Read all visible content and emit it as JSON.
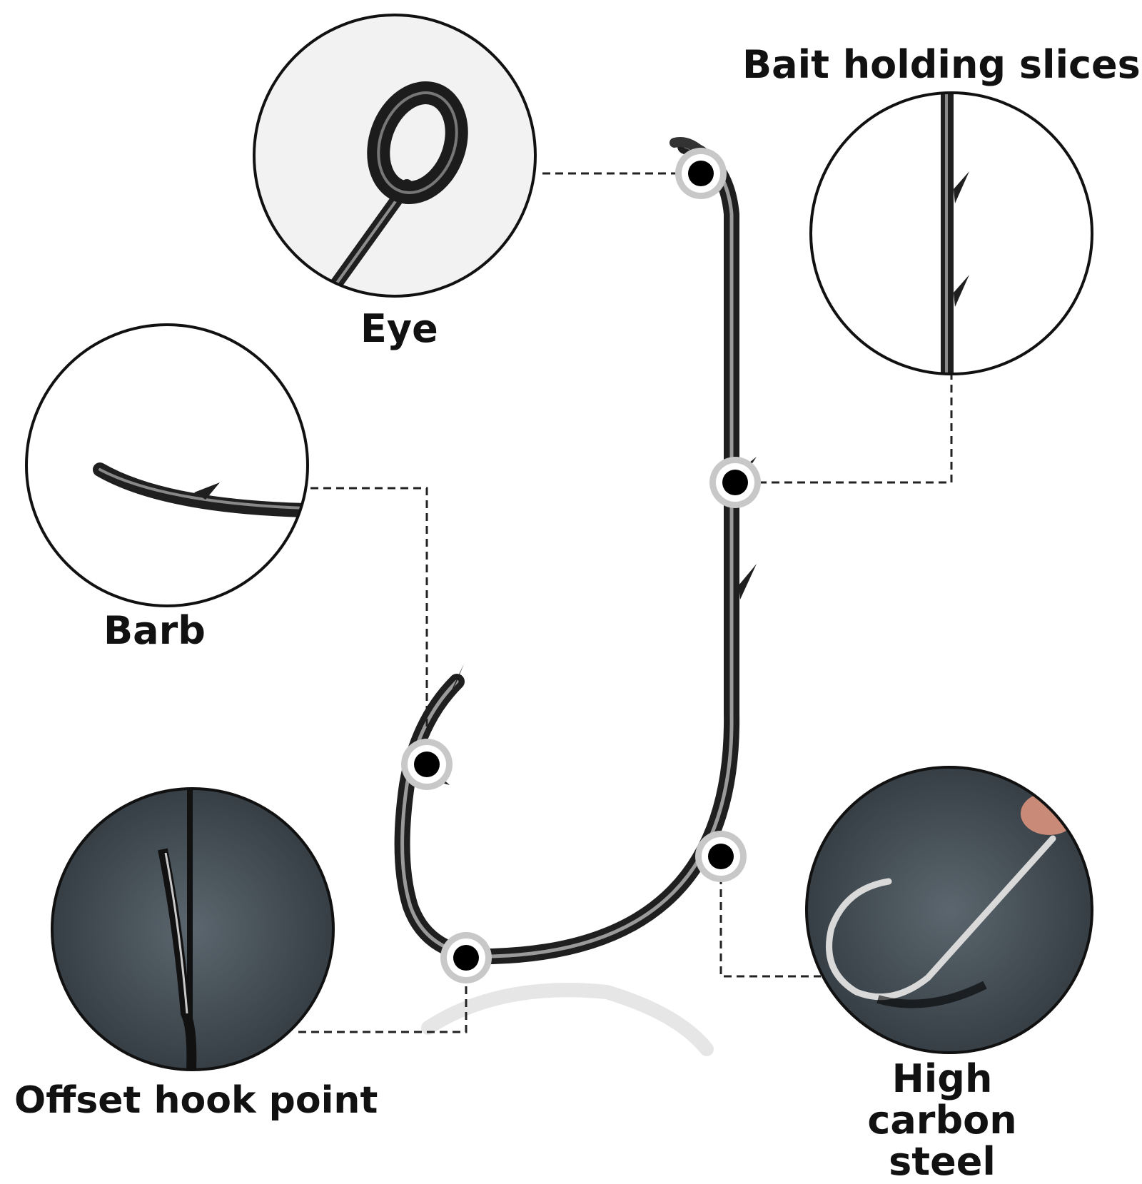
{
  "labels": {
    "eye": "Eye",
    "bait_holding_slices": "Bait holding slices",
    "barb": "Barb",
    "offset_hook_point": "Offset hook point",
    "high_carbon_steel": "High carbon steel"
  },
  "colors": {
    "hook_metal": "#1f1f1f",
    "hook_highlight": "#9a9a9a",
    "marker_fill": "#000000",
    "marker_ring": "#c8c8c8",
    "dark_photo_bg": "#3f4a52",
    "leader_line": "#222222"
  },
  "icons": {
    "marker": "callout-dot-icon"
  }
}
